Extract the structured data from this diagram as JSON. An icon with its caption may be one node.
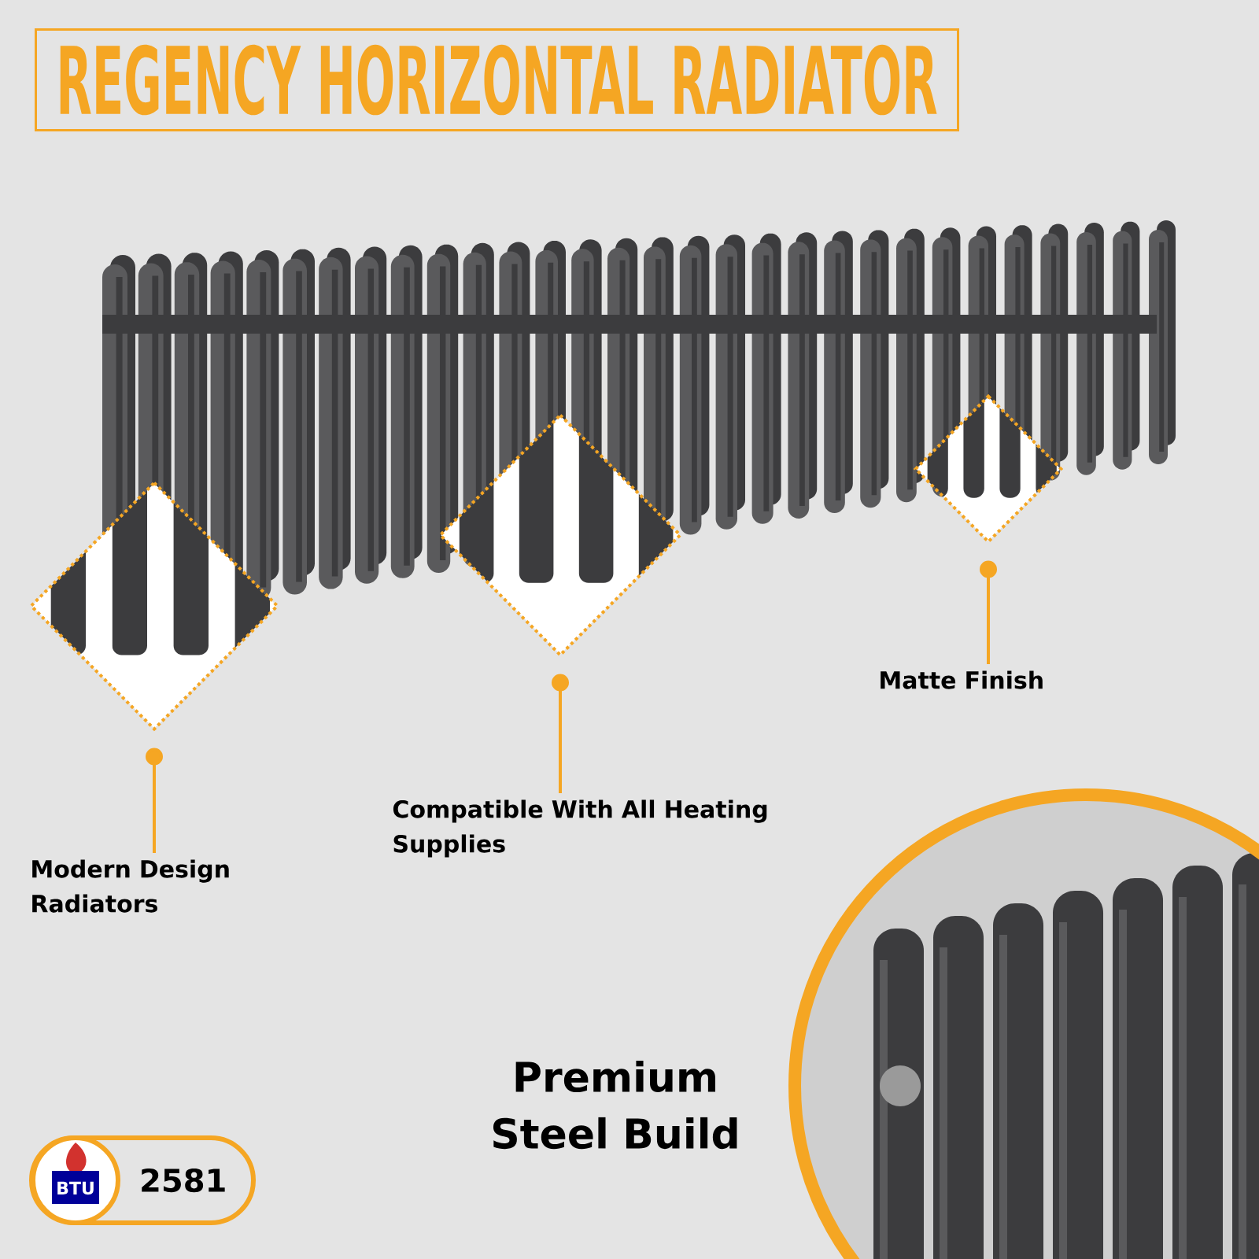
{
  "diagram": {
    "title": "REGENCY HORIZONTAL RADIATOR",
    "nodes": [
      {
        "text": [],
        "shape": "diamond"
      },
      {
        "text": [],
        "shape": "diamond"
      },
      {
        "text": [],
        "shape": "diamond"
      },
      {
        "text": [
          "Modern Design Radiators"
        ]
      },
      {
        "text": [
          "Compatible With All Heating Supplies"
        ]
      },
      {
        "text": [
          "Matte Finish"
        ]
      },
      {
        "text": [
          "BTU",
          "2581"
        ]
      }
    ],
    "edges": [
      {
        "from": 3,
        "to": 0,
        "arrow": "other"
      },
      {
        "from": 4,
        "to": 1,
        "arrow": "other"
      },
      {
        "from": 5,
        "to": 2,
        "arrow": "other"
      }
    ],
    "labels": [
      "Premium Steel Build"
    ]
  }
}
